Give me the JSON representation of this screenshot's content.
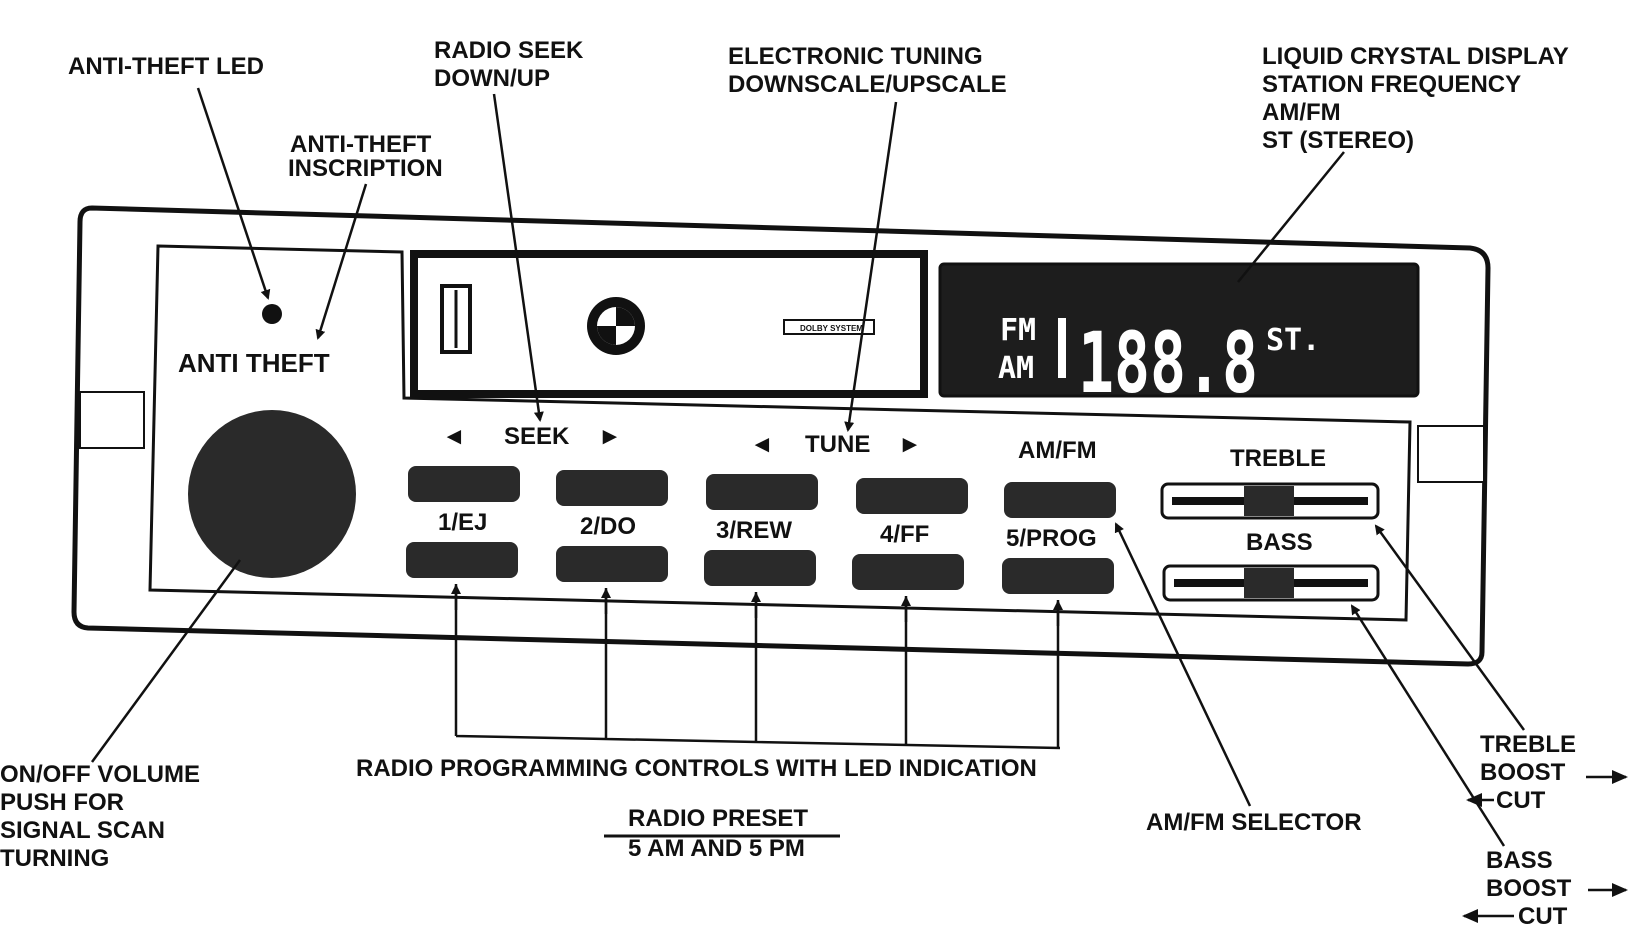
{
  "callouts": {
    "anti_theft_led": "ANTI-THEFT LED",
    "anti_theft_inscription": [
      "ANTI-THEFT",
      "INSCRIPTION"
    ],
    "radio_seek": [
      "RADIO SEEK",
      "DOWN/UP"
    ],
    "electronic_tuning": [
      "ELECTRONIC TUNING",
      "DOWNSCALE/UPSCALE"
    ],
    "lcd": [
      "LIQUID CRYSTAL DISPLAY",
      "STATION FREQUENCY",
      "AM/FM",
      "ST (STEREO)"
    ],
    "on_off_volume": [
      "ON/OFF VOLUME",
      "PUSH FOR",
      "SIGNAL SCAN",
      "TURNING"
    ],
    "programming_controls": "RADIO PROGRAMMING CONTROLS WITH LED  INDICATION",
    "radio_preset": [
      "RADIO PRESET",
      "5 AM AND 5 PM"
    ],
    "am_fm_selector": "AM/FM SELECTOR",
    "treble_side": [
      "TREBLE",
      "BOOST",
      "CUT"
    ],
    "bass_side": [
      "BASS",
      "BOOST",
      "CUT"
    ]
  },
  "faceplate": {
    "inscription": "ANTI  THEFT",
    "seek_label": "SEEK",
    "tune_label": "TUNE",
    "amfm_label": "AM/FM",
    "treble_label": "TREBLE",
    "bass_label": "BASS",
    "preset_labels": [
      "1/EJ",
      "2/DO",
      "3/REW",
      "4/FF",
      "5/PROG"
    ],
    "cassette_badge": "DOLBY SYSTEM"
  },
  "display": {
    "band_fm": "FM",
    "band_am": "AM",
    "frequency": "188.8",
    "stereo": "ST."
  },
  "colors": {
    "ink": "#111111",
    "paper": "#ffffff",
    "button": "#2a2a2a",
    "lcd_bg": "#1d1d1d"
  }
}
